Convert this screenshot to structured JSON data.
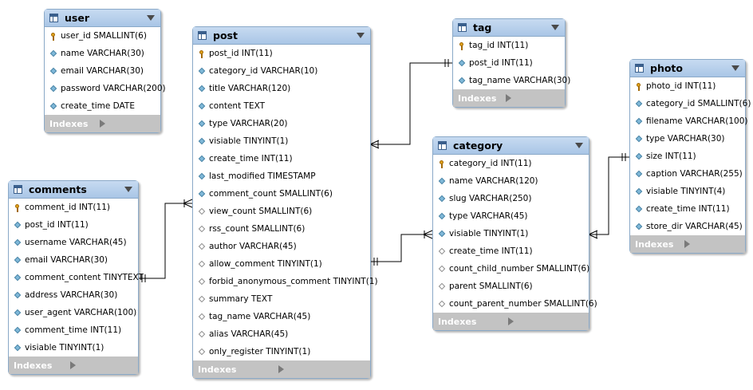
{
  "indexes_label": "Indexes",
  "colors": {
    "header": "#b8d1ec",
    "border": "#8aa9c8",
    "key": "#e0a21b",
    "column": "#7fb8d8",
    "footer": "#c3c3c3",
    "link": "#000000"
  },
  "icons": {
    "table": "table-icon",
    "primary_key": "key-icon",
    "column": "diamond-icon",
    "nullable_column": "hollow-diamond-icon"
  },
  "tables": {
    "user": {
      "name": "user",
      "columns": [
        {
          "text": "user_id SMALLINT(6)",
          "kind": "pk"
        },
        {
          "text": "name VARCHAR(30)",
          "kind": "col"
        },
        {
          "text": "email VARCHAR(30)",
          "kind": "col"
        },
        {
          "text": "password VARCHAR(200)",
          "kind": "col"
        },
        {
          "text": "create_time DATE",
          "kind": "col"
        }
      ]
    },
    "comments": {
      "name": "comments",
      "columns": [
        {
          "text": "comment_id INT(11)",
          "kind": "pk"
        },
        {
          "text": "post_id INT(11)",
          "kind": "col"
        },
        {
          "text": "username VARCHAR(45)",
          "kind": "col"
        },
        {
          "text": "email VARCHAR(30)",
          "kind": "col"
        },
        {
          "text": "comment_content TINYTEXT",
          "kind": "col"
        },
        {
          "text": "address VARCHAR(30)",
          "kind": "col"
        },
        {
          "text": "user_agent VARCHAR(100)",
          "kind": "col"
        },
        {
          "text": "comment_time INT(11)",
          "kind": "col"
        },
        {
          "text": "visiable TINYINT(1)",
          "kind": "col"
        }
      ]
    },
    "post": {
      "name": "post",
      "columns": [
        {
          "text": "post_id INT(11)",
          "kind": "pk"
        },
        {
          "text": "category_id VARCHAR(10)",
          "kind": "col"
        },
        {
          "text": "title VARCHAR(120)",
          "kind": "col"
        },
        {
          "text": "content TEXT",
          "kind": "col"
        },
        {
          "text": "type VARCHAR(20)",
          "kind": "col"
        },
        {
          "text": "visiable TINYINT(1)",
          "kind": "col"
        },
        {
          "text": "create_time INT(11)",
          "kind": "col"
        },
        {
          "text": "last_modified TIMESTAMP",
          "kind": "col"
        },
        {
          "text": "comment_count SMALLINT(6)",
          "kind": "col"
        },
        {
          "text": "view_count SMALLINT(6)",
          "kind": "null"
        },
        {
          "text": "rss_count SMALLINT(6)",
          "kind": "null"
        },
        {
          "text": "author VARCHAR(45)",
          "kind": "null"
        },
        {
          "text": "allow_comment TINYINT(1)",
          "kind": "null"
        },
        {
          "text": "forbid_anonymous_comment TINYINT(1)",
          "kind": "null"
        },
        {
          "text": "summary TEXT",
          "kind": "null"
        },
        {
          "text": "tag_name VARCHAR(45)",
          "kind": "null"
        },
        {
          "text": "alias VARCHAR(45)",
          "kind": "null"
        },
        {
          "text": "only_register TINYINT(1)",
          "kind": "null"
        }
      ]
    },
    "tag": {
      "name": "tag",
      "columns": [
        {
          "text": "tag_id INT(11)",
          "kind": "pk"
        },
        {
          "text": "post_id INT(11)",
          "kind": "col"
        },
        {
          "text": "tag_name VARCHAR(30)",
          "kind": "col"
        }
      ]
    },
    "category": {
      "name": "category",
      "columns": [
        {
          "text": "category_id INT(11)",
          "kind": "pk"
        },
        {
          "text": "name VARCHAR(120)",
          "kind": "col"
        },
        {
          "text": "slug VARCHAR(250)",
          "kind": "col"
        },
        {
          "text": "type VARCHAR(45)",
          "kind": "col"
        },
        {
          "text": "visiable TINYINT(1)",
          "kind": "col"
        },
        {
          "text": "create_time INT(11)",
          "kind": "null"
        },
        {
          "text": "count_child_number SMALLINT(6)",
          "kind": "null"
        },
        {
          "text": "parent SMALLINT(6)",
          "kind": "null"
        },
        {
          "text": "count_parent_number SMALLINT(6)",
          "kind": "null"
        }
      ]
    },
    "photo": {
      "name": "photo",
      "columns": [
        {
          "text": "photo_id INT(11)",
          "kind": "pk"
        },
        {
          "text": "category_id SMALLINT(6)",
          "kind": "col"
        },
        {
          "text": "filename VARCHAR(100)",
          "kind": "col"
        },
        {
          "text": "type VARCHAR(30)",
          "kind": "col"
        },
        {
          "text": "size INT(11)",
          "kind": "col"
        },
        {
          "text": "caption VARCHAR(255)",
          "kind": "col"
        },
        {
          "text": "visiable TINYINT(4)",
          "kind": "col"
        },
        {
          "text": "create_time INT(11)",
          "kind": "col"
        },
        {
          "text": "store_dir VARCHAR(45)",
          "kind": "col"
        }
      ]
    }
  },
  "relationships": [
    {
      "from": "comments",
      "to": "post"
    },
    {
      "from": "post",
      "to": "tag"
    },
    {
      "from": "post",
      "to": "category"
    },
    {
      "from": "category",
      "to": "photo"
    }
  ]
}
